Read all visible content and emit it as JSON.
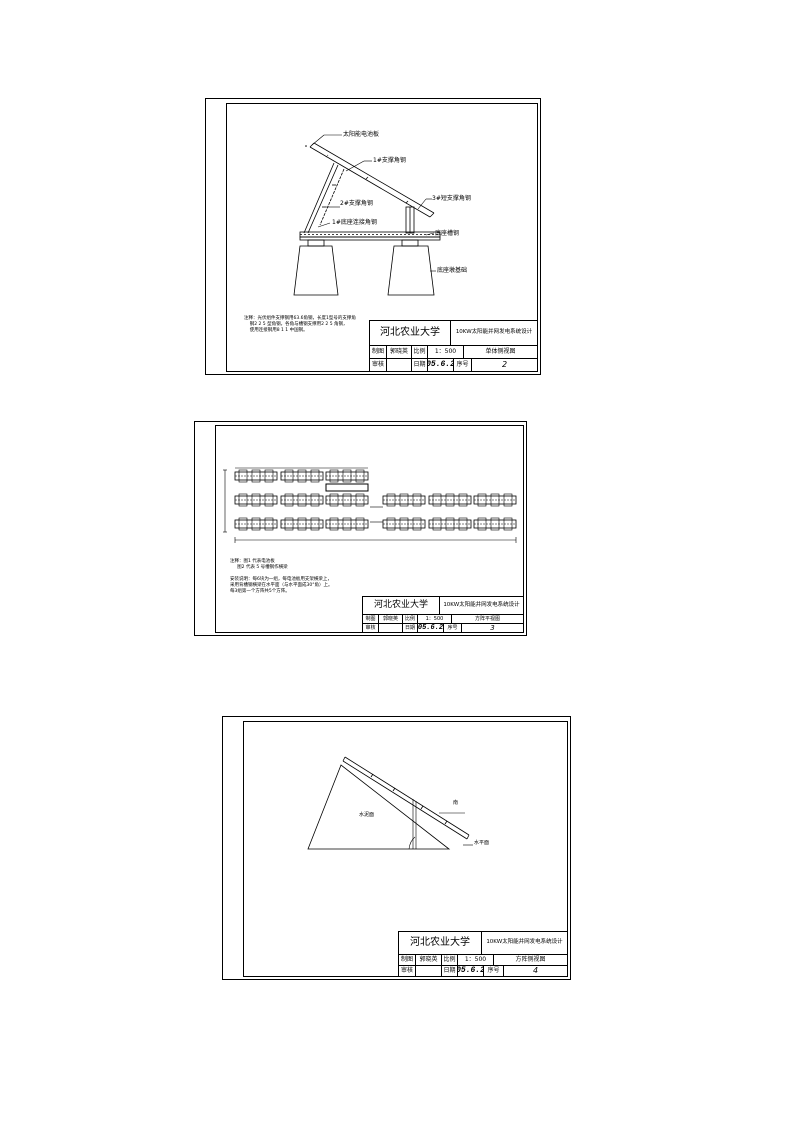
{
  "titleblock": {
    "university": "河北农业大学",
    "label_drawn": "制图",
    "drawer": "郭晓英",
    "label_scale": "比例",
    "label_review": "审核",
    "label_date": "日期",
    "date": "05.6.2",
    "label_sheet_no": "序号"
  },
  "sheet1": {
    "project": "10KW太阳能并网发电系统设计",
    "scale": "1：500",
    "drawing_title": "单体侧视图",
    "sheet_no": "2",
    "labels": {
      "panel": "太阳能电池板",
      "support1": "1#支撑角钢",
      "support2": "2#支撑角钢",
      "support3": "3#短支撑角钢",
      "base_angle": "1#底座连接角钢",
      "base_channel": "底座槽钢",
      "foundation": "底座墩基础"
    },
    "note": "注释：光伏组件支撑钢用63.6角钢，长度1型号的支撑角\n    钢2 2 5 型角钢，各角与槽钢支撑用2 2 5 角钢，\n    使用连接钢用8 1 1 中国钢。"
  },
  "sheet2": {
    "project": "10KW太阳能并网发电系统设计",
    "scale": "1：500",
    "drawing_title": "方阵平视图",
    "sheet_no": "3",
    "note": "注释：图1 代表电池板\n     图2 代表 5 号槽钢作横梁\n\n安装说明：每6块为一组，每电池板用支架横梁上，\n采用背槽钢横梁在水平面（与水平面成30°角）上。\n每3组第一个方阵共5个方阵。"
  },
  "sheet3": {
    "project": "10KW太阳能并网发电系统设计",
    "scale": "1：500",
    "drawing_title": "方阵侧视图",
    "sheet_no": "4",
    "labels": {
      "water_surface": "水泥面",
      "horizontal": "水平面",
      "south": "南"
    }
  }
}
